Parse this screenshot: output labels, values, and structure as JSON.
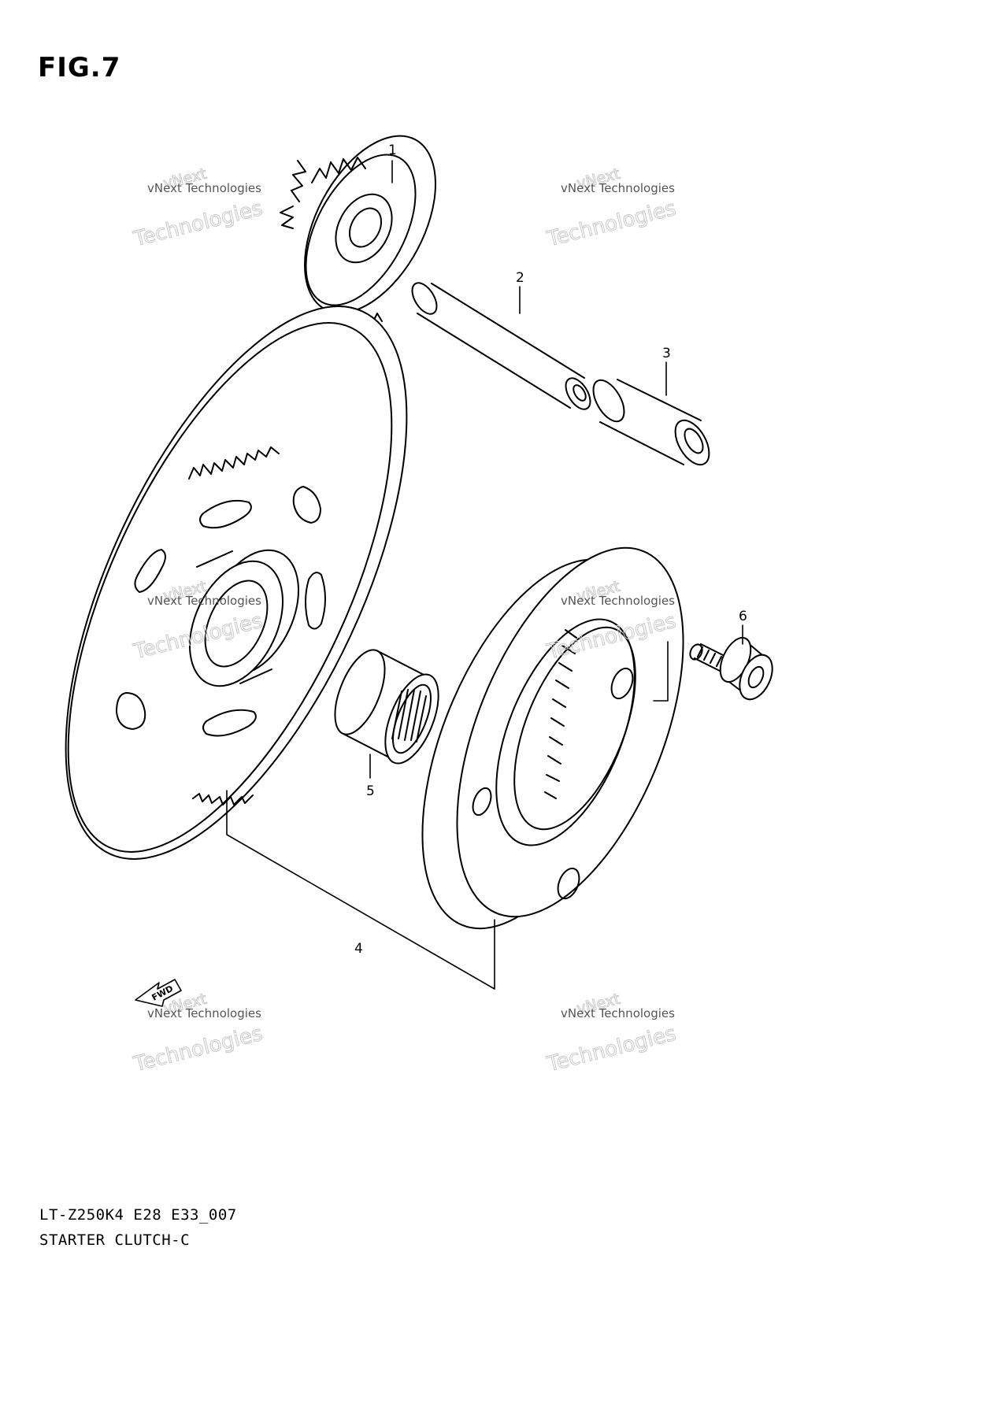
{
  "figure": {
    "title": "FIG.7"
  },
  "parts": [
    {
      "ref": "1"
    },
    {
      "ref": "2"
    },
    {
      "ref": "3"
    },
    {
      "ref": "4"
    },
    {
      "ref": "5"
    },
    {
      "ref": "6"
    }
  ],
  "direction_marker": {
    "label": "FWD"
  },
  "watermark": {
    "line_small": "vNext Technologies",
    "line_large": "Technologies",
    "line_top": "vNext"
  },
  "footer": {
    "code": "LT-Z250K4 E28 E33_007",
    "name": "STARTER CLUTCH-C"
  }
}
